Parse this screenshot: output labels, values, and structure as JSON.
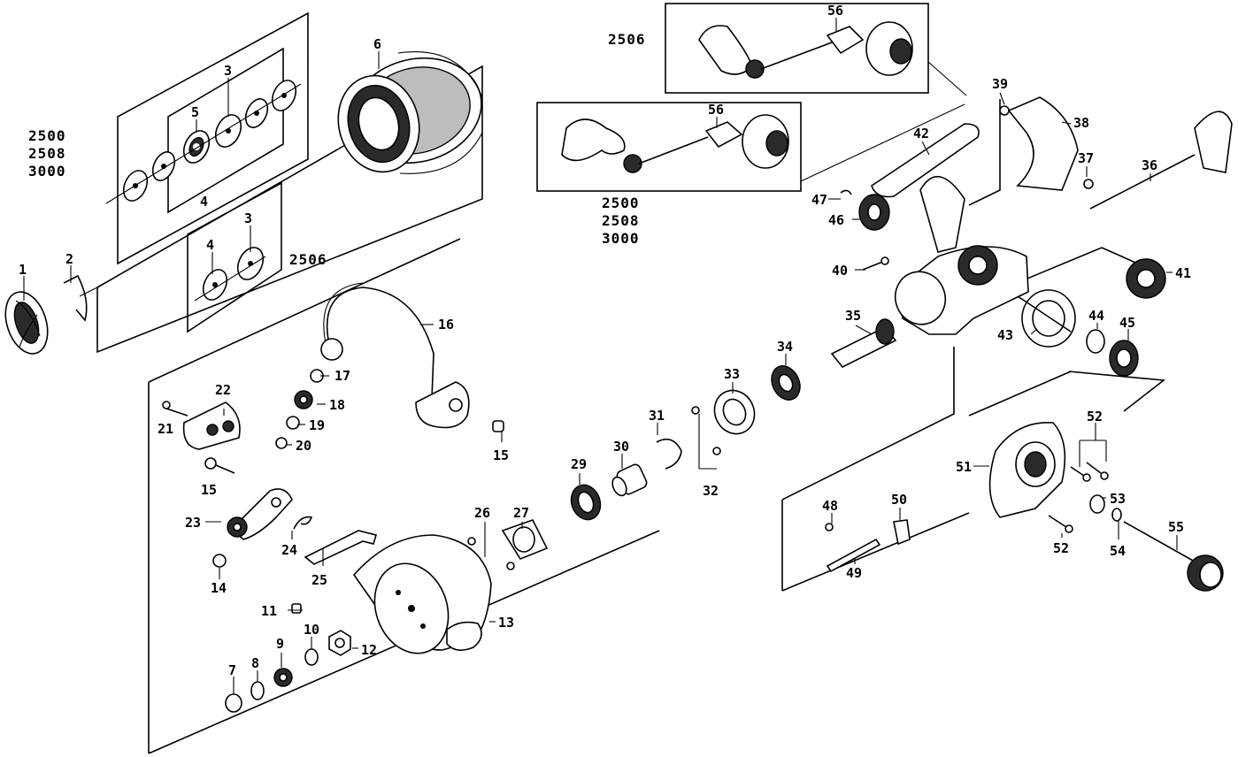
{
  "models": {
    "spool_group": [
      "2500",
      "2508",
      "3000"
    ],
    "spool_alt": "2506",
    "handle_alt": "2506",
    "handle_group": [
      "2500",
      "2508",
      "3000"
    ]
  },
  "labels": {
    "p1": "1",
    "p2": "2",
    "p3a": "3",
    "p3b": "3",
    "p4a": "4",
    "p4b": "4",
    "p5": "5",
    "p6": "6",
    "p7": "7",
    "p8": "8",
    "p9": "9",
    "p10": "10",
    "p11": "11",
    "p12": "12",
    "p13": "13",
    "p14": "14",
    "p15a": "15",
    "p15b": "15",
    "p16": "16",
    "p17": "17",
    "p18": "18",
    "p19": "19",
    "p20": "20",
    "p21": "21",
    "p22": "22",
    "p23": "23",
    "p24": "24",
    "p25": "25",
    "p26": "26",
    "p27": "27",
    "p29": "29",
    "p30": "30",
    "p31": "31",
    "p32": "32",
    "p33": "33",
    "p34": "34",
    "p35": "35",
    "p36": "36",
    "p37": "37",
    "p38": "38",
    "p39": "39",
    "p40": "40",
    "p41": "41",
    "p42": "42",
    "p43": "43",
    "p44": "44",
    "p45": "45",
    "p46": "46",
    "p47": "47",
    "p48": "48",
    "p49": "49",
    "p50": "50",
    "p51": "51",
    "p52a": "52",
    "p52b": "52",
    "p53": "53",
    "p54": "54",
    "p55": "55",
    "p56a": "56",
    "p56b": "56"
  }
}
